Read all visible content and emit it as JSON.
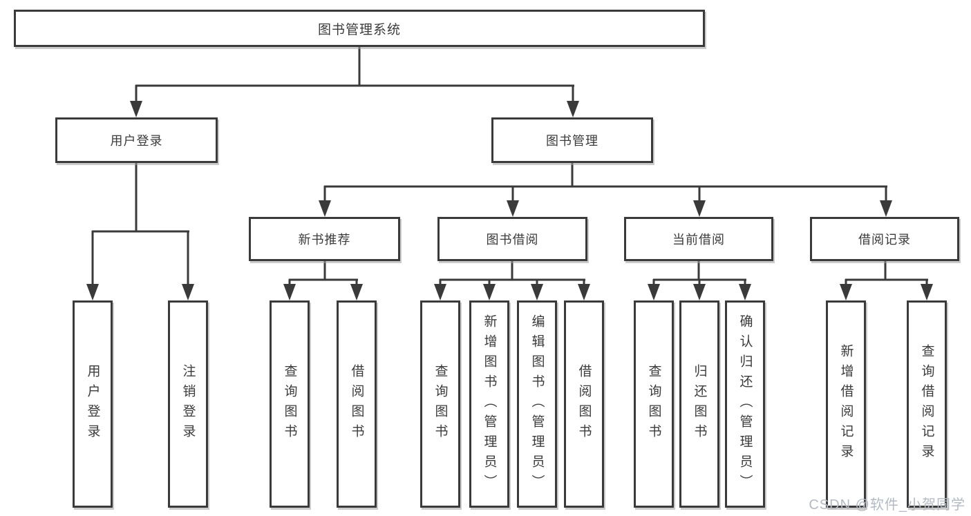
{
  "tree": {
    "root": {
      "label": "图书管理系统"
    },
    "branches": [
      {
        "label": "用户登录",
        "children": [
          {
            "label": "用户登录"
          },
          {
            "label": "注销登录"
          }
        ]
      },
      {
        "label": "图书管理",
        "children": [
          {
            "label": "新书推荐",
            "children": [
              {
                "label": "查询图书"
              },
              {
                "label": "借阅图书"
              }
            ]
          },
          {
            "label": "图书借阅",
            "children": [
              {
                "label": "查询图书"
              },
              {
                "label": "新增图书（管理员）"
              },
              {
                "label": "编辑图书（管理员）"
              },
              {
                "label": "借阅图书"
              }
            ]
          },
          {
            "label": "当前借阅",
            "children": [
              {
                "label": "查询图书"
              },
              {
                "label": "归还图书"
              },
              {
                "label": "确认归还（管理员）"
              }
            ]
          },
          {
            "label": "借阅记录",
            "children": [
              {
                "label": "新增借阅记录"
              },
              {
                "label": "查询借阅记录"
              }
            ]
          }
        ]
      }
    ]
  },
  "watermark": "CSDN @软件_小贺同学",
  "colors": {
    "line": "#3a3a3a",
    "text": "#3b3b3b",
    "background": "#ffffff",
    "watermark": "#b4bac3"
  }
}
